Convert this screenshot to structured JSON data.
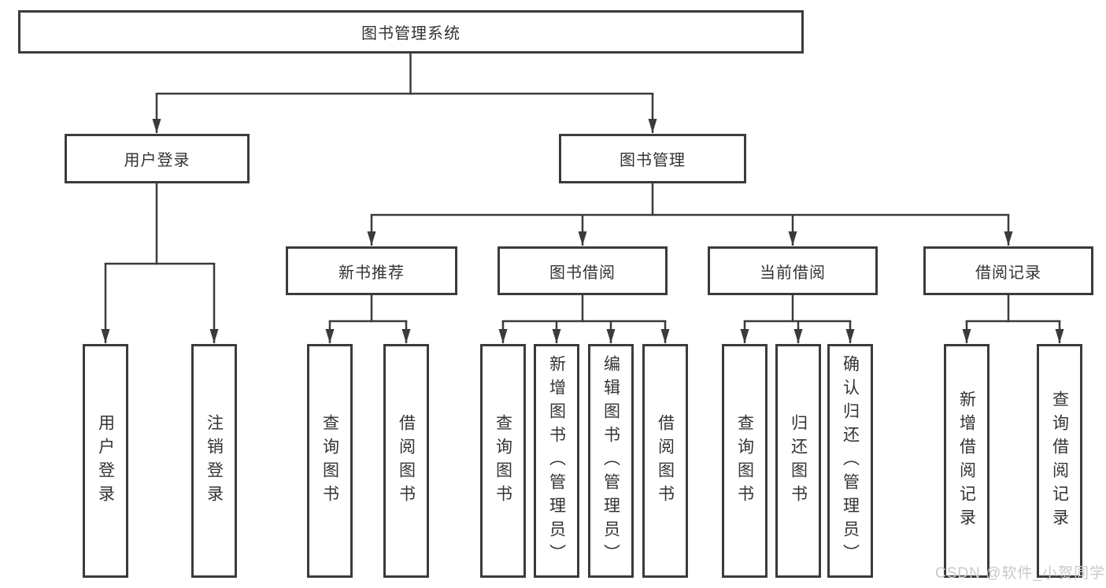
{
  "diagram": {
    "root": {
      "label": "图书管理系统"
    },
    "branches": [
      {
        "label": "用户登录",
        "children": [
          {
            "label": "用户登录"
          },
          {
            "label": "注销登录"
          }
        ]
      },
      {
        "label": "图书管理",
        "children": [
          {
            "label": "新书推荐",
            "children": [
              {
                "label": "查询图书"
              },
              {
                "label": "借阅图书"
              }
            ]
          },
          {
            "label": "图书借阅",
            "children": [
              {
                "label": "查询图书"
              },
              {
                "label": "新增图书（管理员）"
              },
              {
                "label": "编辑图书（管理员）"
              },
              {
                "label": "借阅图书"
              }
            ]
          },
          {
            "label": "当前借阅",
            "children": [
              {
                "label": "查询图书"
              },
              {
                "label": "归还图书"
              },
              {
                "label": "确认归还（管理员）"
              }
            ]
          },
          {
            "label": "借阅记录",
            "children": [
              {
                "label": "新增借阅记录"
              },
              {
                "label": "查询借阅记录"
              }
            ]
          }
        ]
      }
    ]
  },
  "watermark": "CSDN @软件_小贺同学",
  "colors": {
    "line": "#3b3b3b",
    "text": "#333333",
    "background": "#ffffff",
    "watermark": "#c9c9c9"
  }
}
